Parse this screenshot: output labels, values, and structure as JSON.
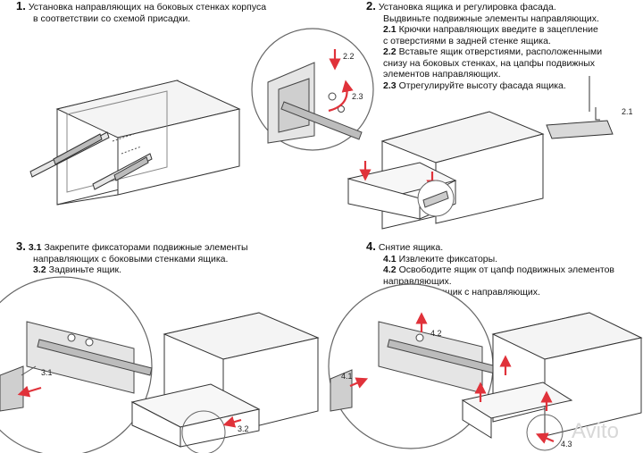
{
  "step1": {
    "number": "1.",
    "lines": [
      "Установка направляющих на боковых стенках корпуса",
      "в соответствии со схемой присадки."
    ]
  },
  "step2": {
    "number": "2.",
    "title": "Установка ящика и регулировка фасада.",
    "intro": "Выдвиньте подвижные элементы направляющих.",
    "items": [
      {
        "id": "2.1",
        "lines": [
          "Крючки направляющих введите в зацепление",
          "с отверстиями в задней стенке ящика."
        ]
      },
      {
        "id": "2.2",
        "lines": [
          "Вставьте ящик отверстиями, расположенными",
          "снизу на боковых стенках, на цапфы подвижных",
          "элементов направляющих."
        ]
      },
      {
        "id": "2.3",
        "lines": [
          "Отрегулируйте высоту фасада ящика."
        ]
      }
    ],
    "labels": [
      "2.2",
      "2.3",
      "2.1"
    ]
  },
  "step3": {
    "number": "3.",
    "items": [
      {
        "id": "3.1",
        "lines": [
          "Закрепите фиксаторами подвижные элементы",
          "направляющих с боковыми стенками ящика."
        ]
      },
      {
        "id": "3.2",
        "lines": [
          "Задвиньте ящик."
        ]
      }
    ],
    "labels": [
      "3.1",
      "3.2"
    ]
  },
  "step4": {
    "number": "4.",
    "title": "Снятие ящика.",
    "items": [
      {
        "id": "4.1",
        "lines": [
          "Извлеките фиксаторы."
        ]
      },
      {
        "id": "4.2",
        "lines": [
          "Освободите ящик от цапф подвижных элементов",
          "направляющих."
        ]
      },
      {
        "id": "4.3",
        "lines": [
          "Снимите ящик с направляющих."
        ]
      }
    ],
    "labels": [
      "4.1",
      "4.2",
      "4.3"
    ]
  },
  "watermark": "Avito",
  "colors": {
    "arrow": "#e0323a",
    "line": "#333333",
    "panel": "#d9d9d9"
  }
}
